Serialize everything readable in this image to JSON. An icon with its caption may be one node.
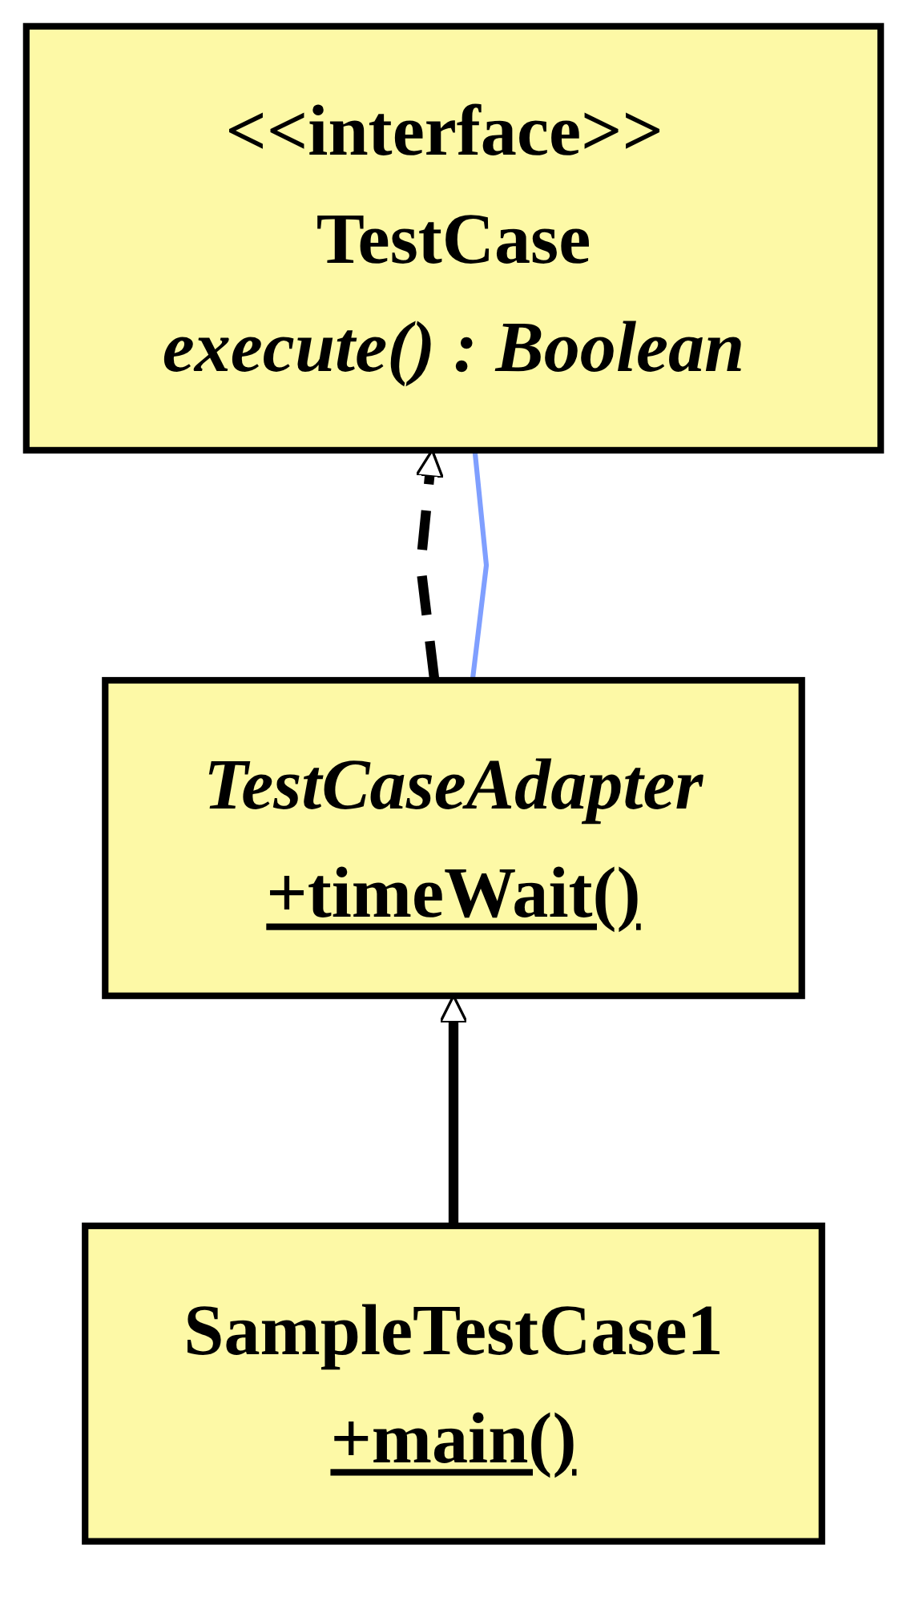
{
  "diagram": {
    "nodes": [
      {
        "text": [
          "<<interface>> TestCase",
          "execute() : Boolean"
        ]
      },
      {
        "text": [
          "TestCaseAdapter",
          "+timeWait()"
        ]
      },
      {
        "text": [
          "SampleTestCase1",
          "+main()"
        ]
      }
    ],
    "edges": [
      {
        "from": 1,
        "to": 0,
        "arrow": "to",
        "style": "dashed"
      },
      {
        "from": 2,
        "to": 1,
        "arrow": "to"
      },
      {
        "from": 1,
        "to": 0,
        "arrow": "none",
        "color": "#7f9fff"
      }
    ]
  }
}
